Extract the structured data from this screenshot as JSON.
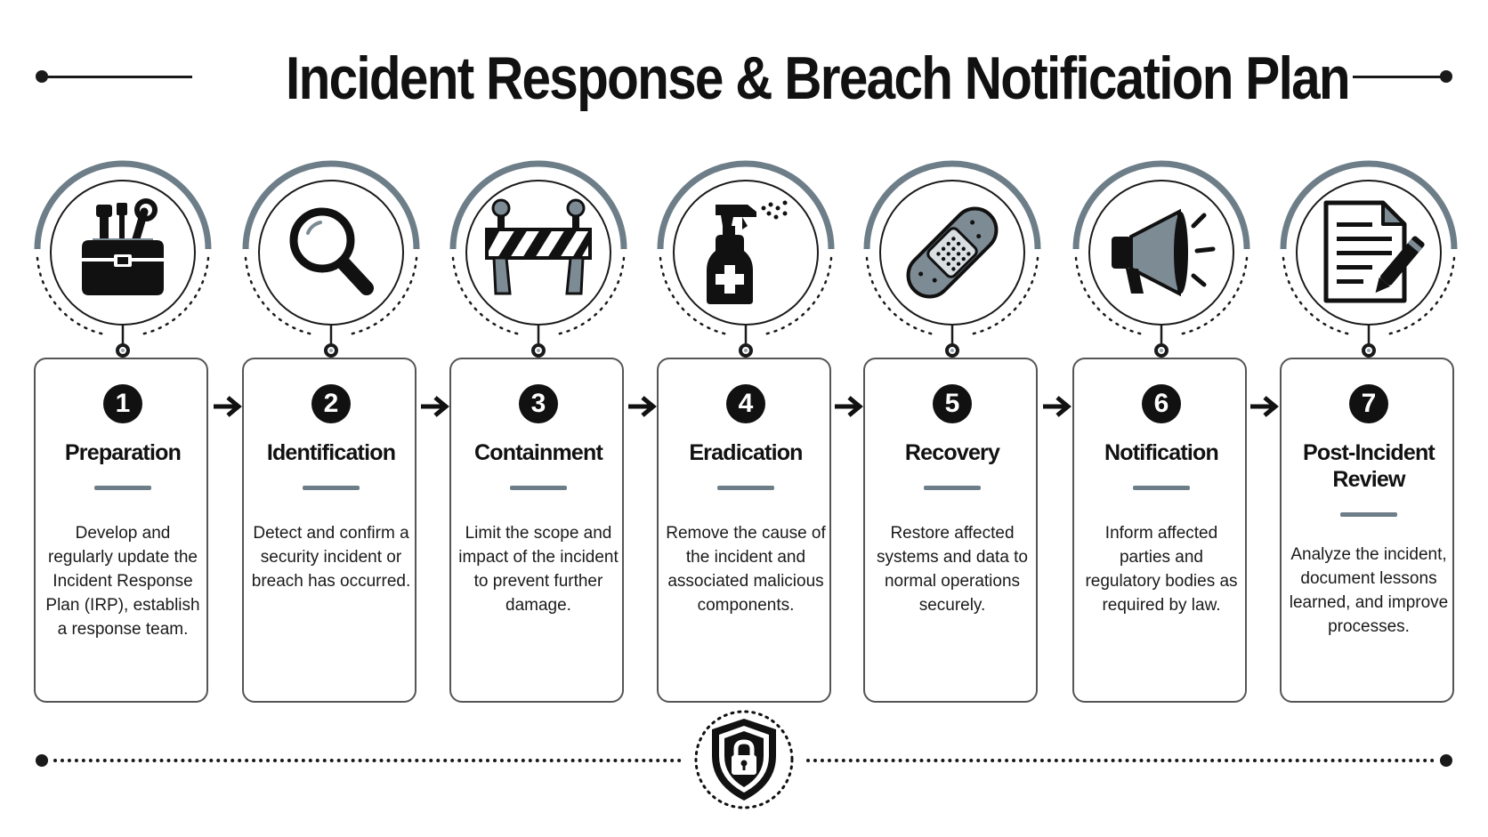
{
  "title": "Incident Response & Breach Notification Plan",
  "colors": {
    "accent_arc": "#6d7e89",
    "ink": "#111111",
    "card_border": "#555555",
    "icon_gray": "#7d8b95"
  },
  "steps": [
    {
      "number": "1",
      "title": "Preparation",
      "icon": "toolbox-icon",
      "description": "Develop and regularly update the Incident Response Plan (IRP), establish a response team."
    },
    {
      "number": "2",
      "title": "Identification",
      "icon": "magnifying-glass-icon",
      "description": "Detect and confirm a security incident or breach has occurred."
    },
    {
      "number": "3",
      "title": "Containment",
      "icon": "barrier-icon",
      "description": "Limit the scope and impact of the incident to prevent further damage."
    },
    {
      "number": "4",
      "title": "Eradication",
      "icon": "spray-bottle-icon",
      "description": "Remove the cause of the incident and associated malicious components."
    },
    {
      "number": "5",
      "title": "Recovery",
      "icon": "bandage-icon",
      "description": "Restore affected systems and data to normal operations securely."
    },
    {
      "number": "6",
      "title": "Notification",
      "icon": "megaphone-icon",
      "description": "Inform affected parties and regulatory bodies as required by law."
    },
    {
      "number": "7",
      "title": "Post-Incident Review",
      "icon": "document-pen-icon",
      "description": "Analyze the incident, document lessons learned, and improve processes."
    }
  ],
  "footer_icon": "shield-lock-icon"
}
